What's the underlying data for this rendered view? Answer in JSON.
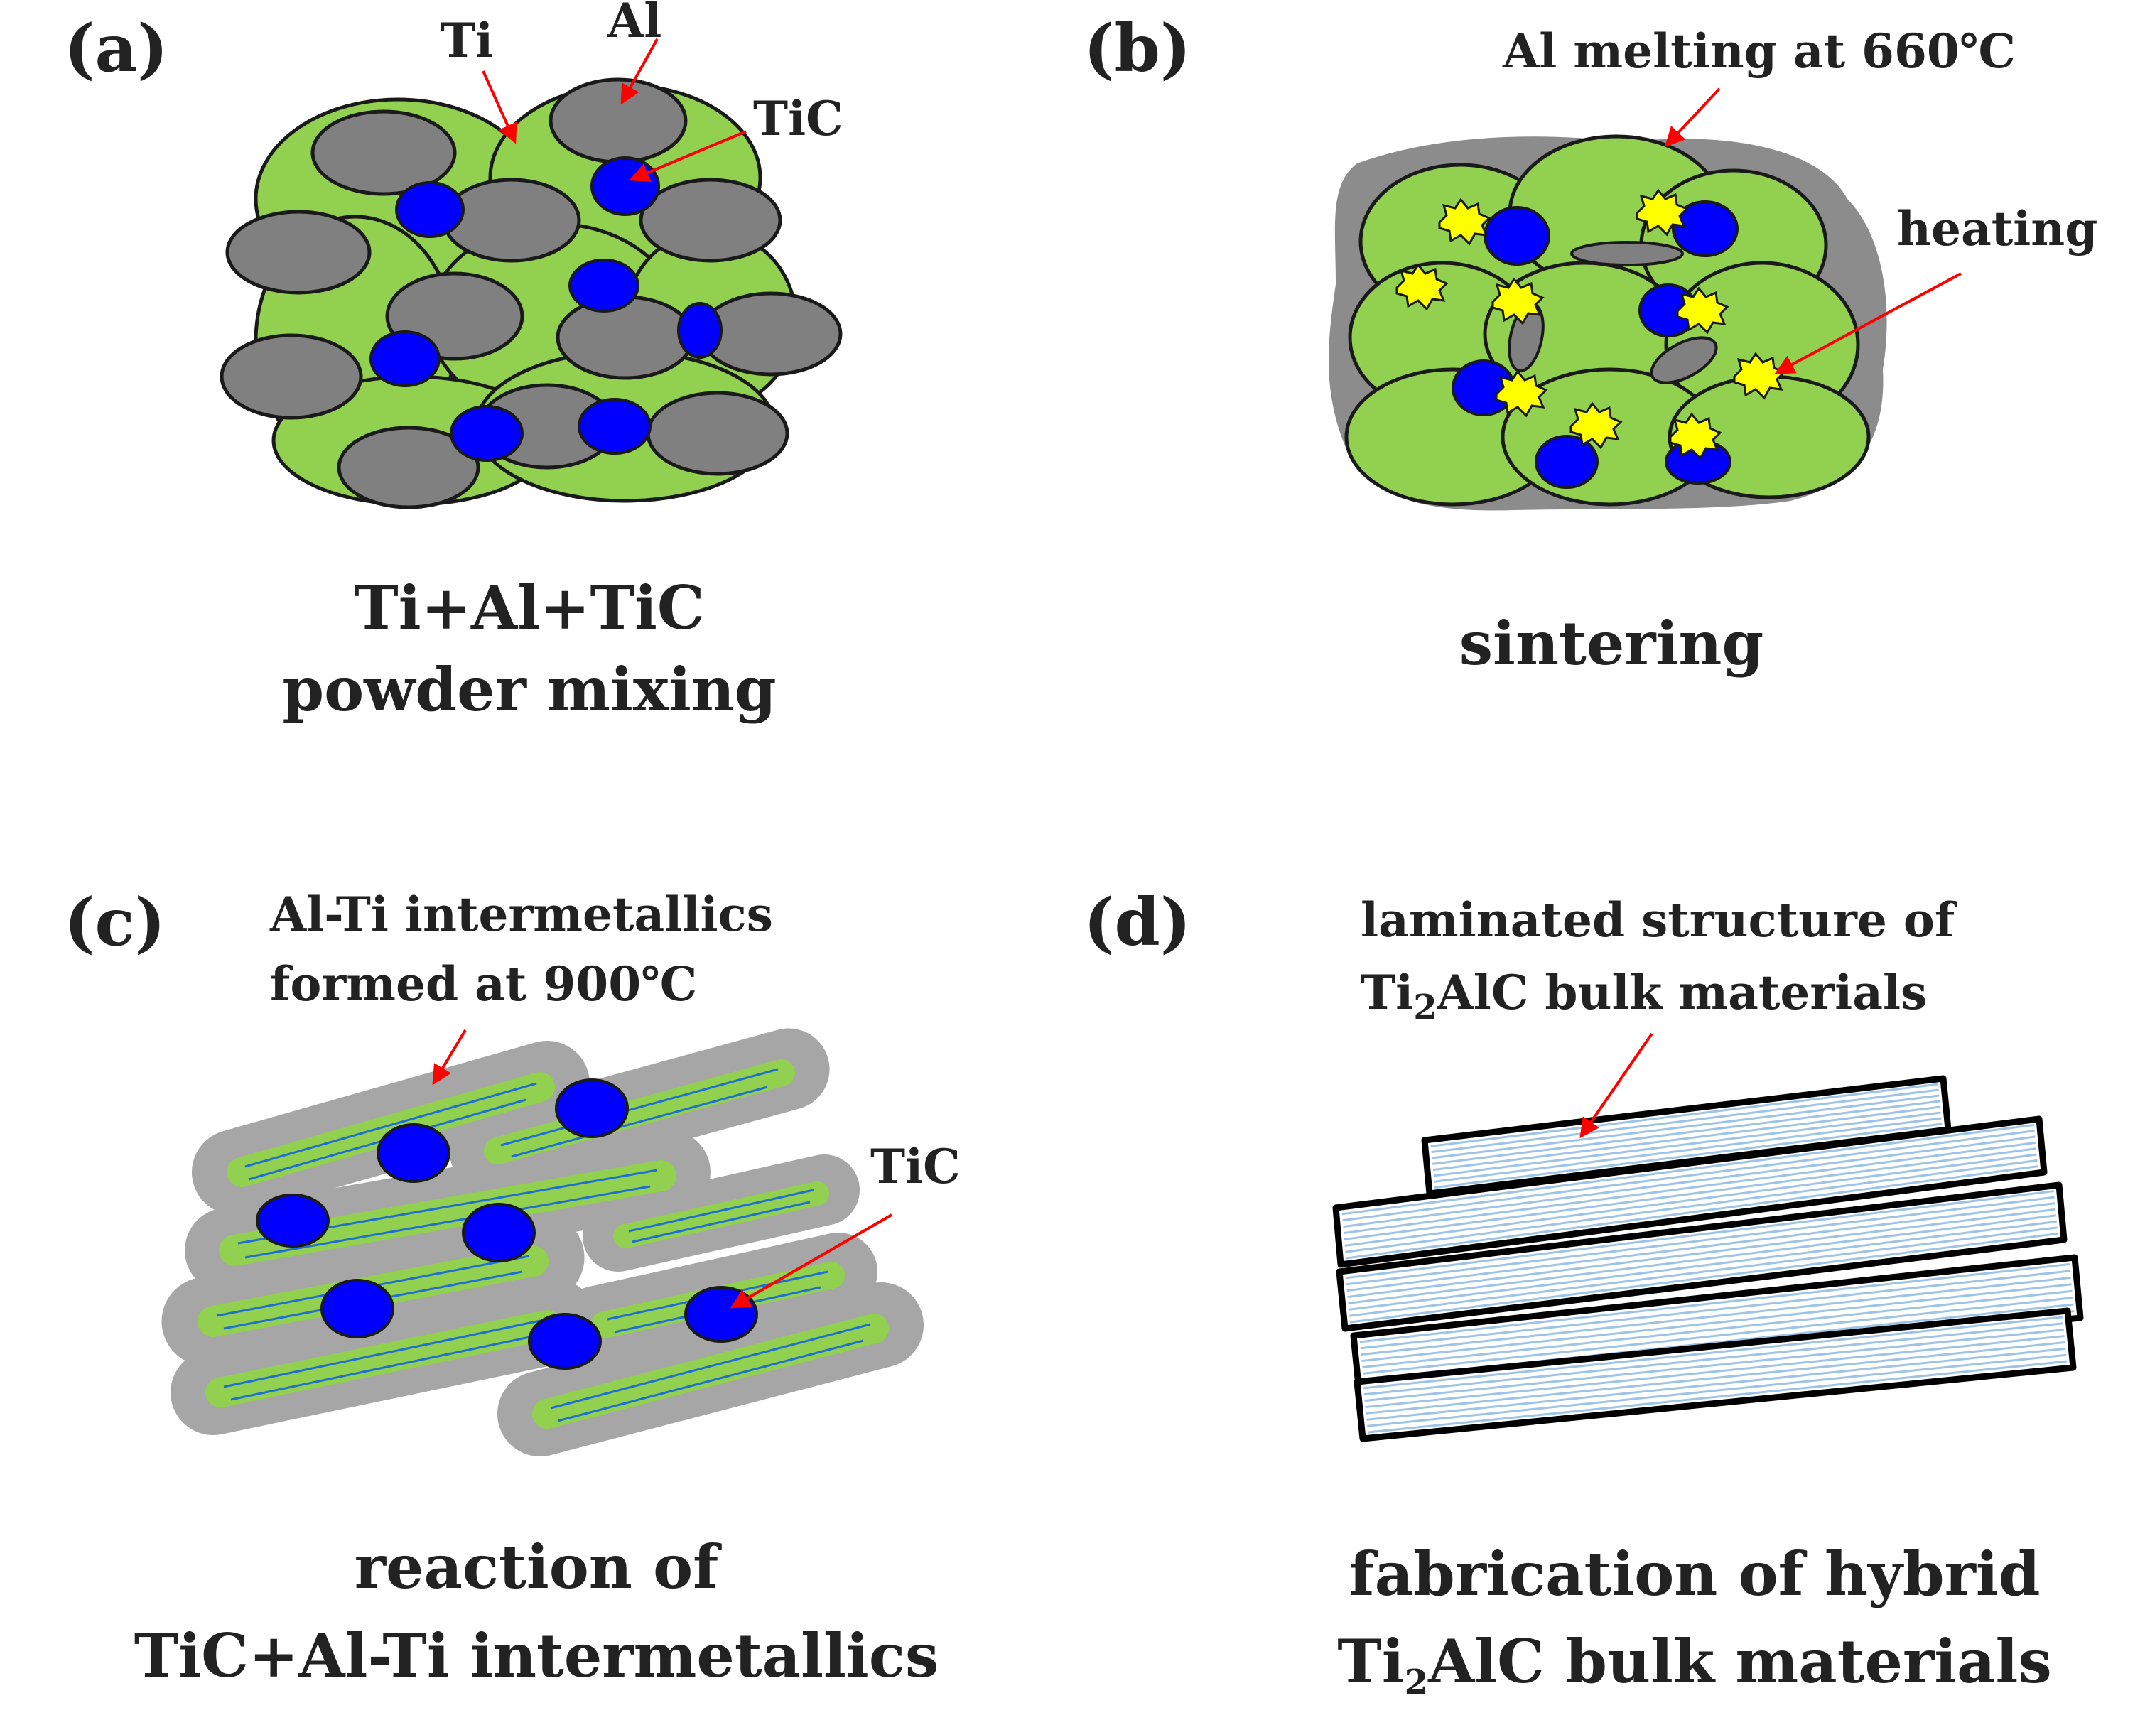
{
  "colors": {
    "ti_green": "#92d050",
    "al_gray": "#808080",
    "tic_blue": "#0000ff",
    "heat_yellow": "#ffff00",
    "arrow_red": "#ff0000",
    "lamina_blue": "#9dc3e6",
    "text": "#222222"
  },
  "panels": {
    "a": {
      "letter": "(a)",
      "label_ti": "Ti",
      "label_al": "Al",
      "label_tic": "TiC",
      "caption_line1": "Ti+Al+TiC",
      "caption_line2": "powder mixing"
    },
    "b": {
      "letter": "(b)",
      "label_melt": "Al melting at 660℃",
      "label_heating": "heating",
      "caption": "sintering"
    },
    "c": {
      "letter": "(c)",
      "label_line1": "Al-Ti intermetallics",
      "label_line2": "formed at 900℃",
      "label_tic": "TiC",
      "caption_line1": "reaction of",
      "caption_line2": "TiC+Al-Ti intermetallics"
    },
    "d": {
      "letter": "(d)",
      "label_line1": "laminated structure of",
      "label_line2_pre": "Ti",
      "label_line2_sub": "2",
      "label_line2_post": "AlC bulk materials",
      "caption_line1": "fabrication of hybrid",
      "caption_line2_pre": "Ti",
      "caption_line2_sub": "2",
      "caption_line2_post": "AlC bulk materials"
    }
  }
}
